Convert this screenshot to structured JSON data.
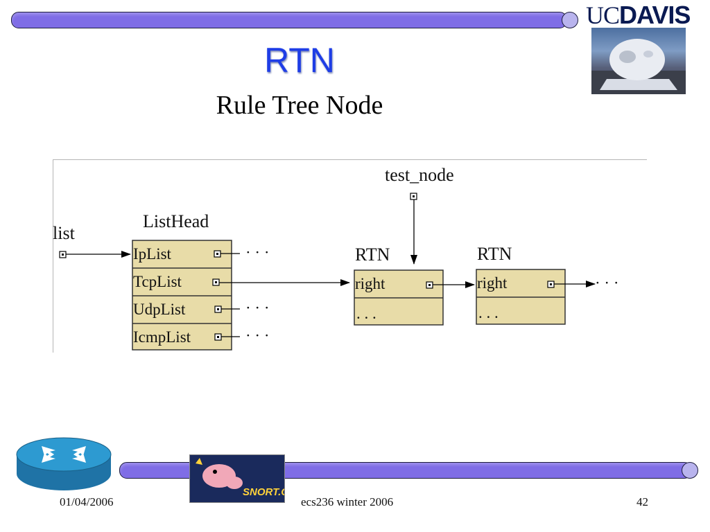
{
  "slide": {
    "title": "RTN",
    "subtitle": "Rule Tree Node"
  },
  "logo": {
    "uc": "UC",
    "davis": "DAVIS"
  },
  "diagram": {
    "list_label": "list",
    "listhead_label": "ListHead",
    "listhead_fields": [
      "IpList",
      "TcpList",
      "UdpList",
      "IcmpList"
    ],
    "test_node_label": "test_node",
    "rtn1": {
      "label": "RTN",
      "field_right": "right",
      "field_more": ". . ."
    },
    "rtn2": {
      "label": "RTN",
      "field_right": "right",
      "field_more": ". . ."
    },
    "continuation": "· · ·"
  },
  "footer": {
    "date": "01/04/2006",
    "course": "ecs236 winter 2006",
    "page": "42"
  },
  "snort_logo_text": "SNORT.ORG",
  "colors": {
    "title": "#1e3de6",
    "bar": "#7f6de6",
    "node_fill": "#e8dca8"
  }
}
